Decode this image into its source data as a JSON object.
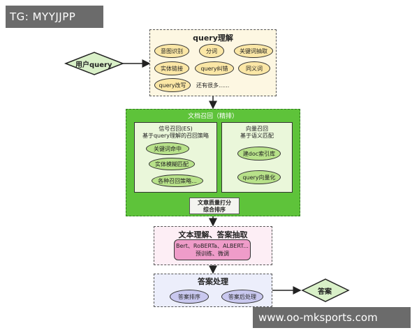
{
  "watermark_top": "TG: MYYJJPP",
  "watermark_bottom": "www.oo-mksports.com",
  "user_query": "用户query",
  "answer": "答案",
  "query_box": {
    "title": "query理解",
    "items": [
      "意图识别",
      "分词",
      "关键词抽取",
      "实体链接",
      "query纠错",
      "同义词",
      "query改写"
    ],
    "more": "还有很多......"
  },
  "recall_box": {
    "title": "文档召回（精排）",
    "left_panel": {
      "title_line1": "信号召回(ES)",
      "title_line2": "基于query理解的召回策略",
      "items": [
        "关键词命中",
        "实体模糊匹配",
        "各种召回策略..."
      ]
    },
    "right_panel": {
      "title_line1": "向量召回",
      "title_line2": "基于语义匹配",
      "items": [
        "建doc索引库",
        "query向量化"
      ]
    },
    "rank_line1": "文章质量打分",
    "rank_line2": "综合排序"
  },
  "extract_box": {
    "title": "文本理解、答案抽取",
    "model_line1": "Bert、RoBERTa、ALBERT...",
    "model_line2": "预训练、微调"
  },
  "answer_box": {
    "title": "答案处理",
    "items": [
      "答案排序",
      "答案后处理"
    ]
  },
  "colors": {
    "query_bg": "#fdf7e2",
    "recall_bg": "#5ec33a",
    "panel_bg": "#eaf7da",
    "extract_bg": "#fdeef5",
    "model_bg": "#ef9cc9",
    "answer_bg": "#eceefb",
    "user_bg": "#d9f0c8"
  }
}
